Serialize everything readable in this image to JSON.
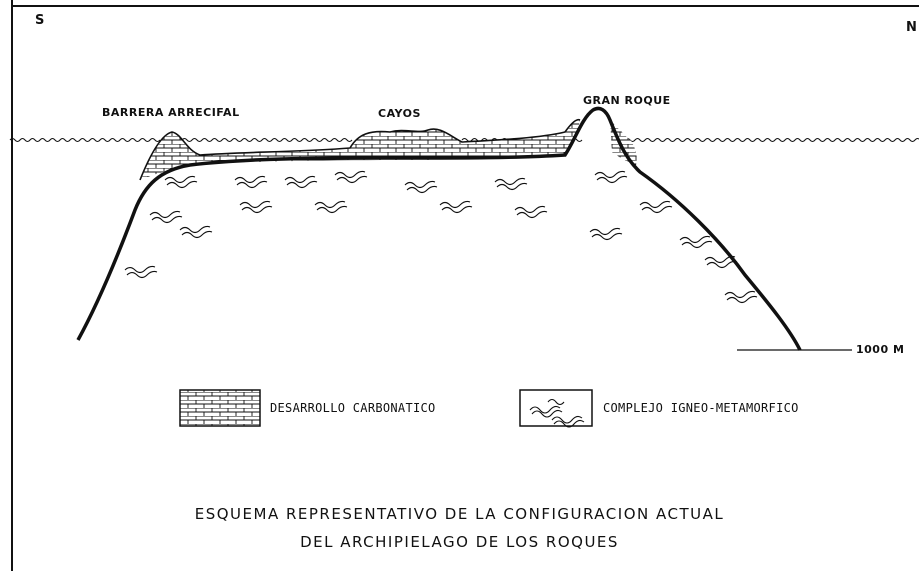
{
  "compass": {
    "south": "S",
    "north": "N"
  },
  "labels": {
    "barrier_reef": "BARRERA ARRECIFAL",
    "cays": "CAYOS",
    "gran_roque": "GRAN ROQUE",
    "depth": "1000 M"
  },
  "legend": {
    "carbonate": "DESARROLLO CARBONATICO",
    "igneous": "COMPLEJO IGNEO-METAMORFICO"
  },
  "caption": {
    "line1": "ESQUEMA REPRESENTATIVO DE LA CONFIGURACION ACTUAL",
    "line2": "DEL ARCHIPIELAGO DE LOS ROQUES"
  },
  "colors": {
    "ink": "#111111",
    "paper": "#ffffff"
  }
}
